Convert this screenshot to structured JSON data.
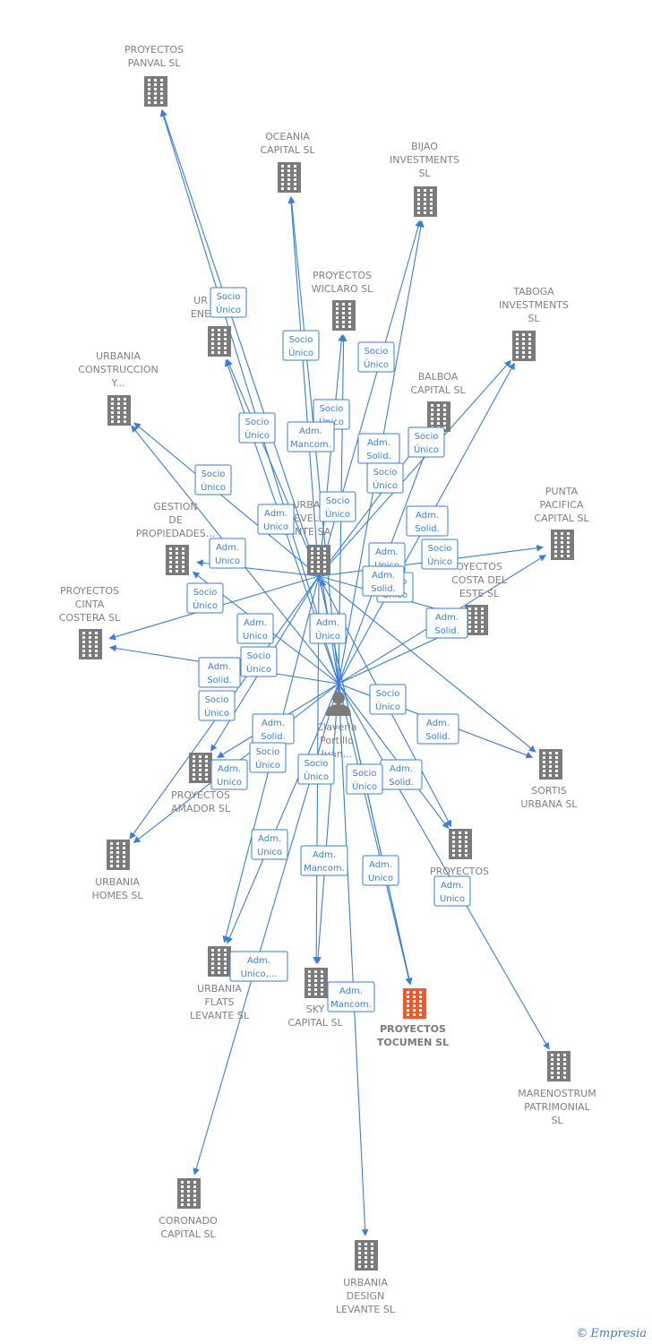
{
  "colors": {
    "edge": "#3a7fd5",
    "company": "#7b7b7b",
    "focus": "#f05a28",
    "person": "#7b7b7b"
  },
  "person": {
    "label_lines": [
      "Claveria",
      "Portillo",
      "Juan..."
    ],
    "icon": "person-icon"
  },
  "companies": [
    {
      "id": "panval",
      "label_lines": [
        "PROYECTOS",
        "PANVAL  SL"
      ],
      "icon": "building-icon"
    },
    {
      "id": "oceania",
      "label_lines": [
        "OCEANIA",
        "CAPITAL  SL"
      ],
      "icon": "building-icon"
    },
    {
      "id": "bijao",
      "label_lines": [
        "BIJAO",
        "INVESTMENTS",
        "SL"
      ],
      "icon": "building-icon"
    },
    {
      "id": "wiclaro",
      "label_lines": [
        "PROYECTOS",
        "WICLARO  SL"
      ],
      "icon": "building-icon"
    },
    {
      "id": "taboga",
      "label_lines": [
        "TABOGA",
        "INVESTMENTS",
        "SL"
      ],
      "icon": "building-icon"
    },
    {
      "id": "urbania_ene",
      "label_lines": [
        "UR",
        "ENE"
      ],
      "icon": "building-icon"
    },
    {
      "id": "urbania_construccion",
      "label_lines": [
        "URBANIA",
        "CONSTRUCCION",
        "Y..."
      ],
      "icon": "building-icon"
    },
    {
      "id": "balboa",
      "label_lines": [
        "BALBOA",
        "CAPITAL  SL"
      ],
      "icon": "building-icon"
    },
    {
      "id": "urbania_levante",
      "label_lines": [
        "URBA",
        "EVEL",
        "VANTE SA"
      ],
      "icon": "building-icon"
    },
    {
      "id": "gestion",
      "label_lines": [
        "GESTION",
        "DE",
        "PROPIEDADES..."
      ],
      "icon": "building-icon"
    },
    {
      "id": "punta_pacifica",
      "label_lines": [
        "PUNTA",
        "PACIFICA",
        "CAPITAL  SL"
      ],
      "icon": "building-icon"
    },
    {
      "id": "cinta_costera",
      "label_lines": [
        "PROYECTOS",
        "CINTA",
        "COSTERA  SL"
      ],
      "icon": "building-icon"
    },
    {
      "id": "costa_del_este",
      "label_lines": [
        "OYECTOS",
        "COSTA DEL",
        "ESTE  SL"
      ],
      "icon": "building-icon"
    },
    {
      "id": "sortis",
      "label_lines": [
        "SORTIS",
        "URBANA  SL"
      ],
      "icon": "building-icon"
    },
    {
      "id": "amador",
      "label_lines": [
        "PROYECTOS",
        "AMADOR  SL"
      ],
      "icon": "building-icon"
    },
    {
      "id": "urbania_homes",
      "label_lines": [
        "URBANIA",
        "HOMES  SL"
      ],
      "icon": "building-icon"
    },
    {
      "id": "proyectos_a",
      "label_lines": [
        "PROYECTOS",
        "A        SL"
      ],
      "icon": "building-icon"
    },
    {
      "id": "urbania_flats",
      "label_lines": [
        "URBANIA",
        "FLATS",
        "LEVANTE  SL"
      ],
      "icon": "building-icon"
    },
    {
      "id": "sky",
      "label_lines": [
        "SKY",
        "CAPITAL  SL"
      ],
      "icon": "building-icon"
    },
    {
      "id": "tocumen",
      "label_lines": [
        "PROYECTOS",
        "TOCUMEN  SL"
      ],
      "icon": "building-icon",
      "focus": true
    },
    {
      "id": "marenostrum",
      "label_lines": [
        "MARENOSTRUM",
        "PATRIMONIAL",
        "SL"
      ],
      "icon": "building-icon"
    },
    {
      "id": "coronado",
      "label_lines": [
        "CORONADO",
        "CAPITAL  SL"
      ],
      "icon": "building-icon"
    },
    {
      "id": "urbania_design",
      "label_lines": [
        "URBANIA",
        "DESIGN",
        "LEVANTE  SL"
      ],
      "icon": "building-icon"
    }
  ],
  "edges": [
    {
      "from": "person",
      "to": "panval",
      "label": [
        "Socio",
        "Único"
      ]
    },
    {
      "from": "person",
      "to": "oceania",
      "label": [
        "Socio",
        "Único"
      ]
    },
    {
      "from": "urbania_levante",
      "to": "oceania",
      "label": [
        "Socio",
        "Único"
      ]
    },
    {
      "from": "person",
      "to": "bijao",
      "label": [
        "Socio",
        "Único"
      ]
    },
    {
      "from": "urbania_levante",
      "to": "bijao",
      "label": [
        "Adm.",
        "Solid."
      ]
    },
    {
      "from": "person",
      "to": "wiclaro",
      "label": [
        "Socio",
        "Único"
      ]
    },
    {
      "from": "urbania_levante",
      "to": "wiclaro",
      "label": [
        "Adm.",
        "Mancom."
      ]
    },
    {
      "from": "person",
      "to": "urbania_ene",
      "label": [
        "Socio",
        "Único"
      ]
    },
    {
      "from": "urbania_levante",
      "to": "urbania_ene",
      "label": [
        "Adm.",
        "Unico"
      ]
    },
    {
      "from": "person",
      "to": "taboga",
      "label": [
        "Socio",
        "Único"
      ]
    },
    {
      "from": "urbania_levante",
      "to": "taboga",
      "label": [
        "Adm.",
        "Solid."
      ]
    },
    {
      "from": "person",
      "to": "urbania_construccion",
      "label": [
        "Socio",
        "Único"
      ]
    },
    {
      "from": "person",
      "to": "balboa",
      "label": [
        "Socio",
        "Único"
      ]
    },
    {
      "from": "person",
      "to": "urbania_levante",
      "label": [
        "Adm.",
        "Único"
      ]
    },
    {
      "from": "person",
      "to": "gestion",
      "label": [
        "Adm.",
        "Unico"
      ]
    },
    {
      "from": "urbania_levante",
      "to": "punta_pacifica",
      "label": [
        "Socio",
        "Único"
      ]
    },
    {
      "from": "person",
      "to": "punta_pacifica",
      "label": [
        "Adm.",
        "Solid."
      ]
    },
    {
      "from": "urbania_levante",
      "to": "cinta_costera",
      "label": [
        "Socio",
        "Único"
      ]
    },
    {
      "from": "person",
      "to": "cinta_costera",
      "label": [
        "Adm.",
        "Solid."
      ]
    },
    {
      "from": "urbania_levante",
      "to": "costa_del_este",
      "label": [
        "Adm.",
        "Unico"
      ]
    },
    {
      "from": "person",
      "to": "costa_del_este",
      "label": [
        "Socio",
        "Único"
      ]
    },
    {
      "from": "person",
      "to": "sortis",
      "label": [
        "Adm.",
        "Solid."
      ]
    },
    {
      "from": "urbania_levante",
      "to": "sortis",
      "label": [
        "Socio",
        "Único"
      ]
    },
    {
      "from": "person",
      "to": "amador",
      "label": [
        "Adm.",
        "Solid."
      ]
    },
    {
      "from": "urbania_levante",
      "to": "amador",
      "label": [
        "Socio",
        "Único"
      ]
    },
    {
      "from": "person",
      "to": "urbania_homes",
      "label": [
        "Socio",
        "Único"
      ]
    },
    {
      "from": "urbania_levante",
      "to": "urbania_homes",
      "label": [
        "Adm.",
        "Unico"
      ]
    },
    {
      "from": "person",
      "to": "proyectos_a",
      "label": [
        "Adm.",
        "Solid."
      ]
    },
    {
      "from": "urbania_levante",
      "to": "proyectos_a",
      "label": [
        "Socio",
        "Único"
      ]
    },
    {
      "from": "person",
      "to": "urbania_flats",
      "label": [
        "Adm.",
        "Unico"
      ]
    },
    {
      "from": "urbania_levante",
      "to": "urbania_flats",
      "label": [
        "Adm.",
        "Unico,..."
      ]
    },
    {
      "from": "person",
      "to": "sky",
      "label": [
        "Socio",
        "Único"
      ]
    },
    {
      "from": "urbania_levante",
      "to": "sky",
      "label": [
        "Adm.",
        "Mancom."
      ]
    },
    {
      "from": "person",
      "to": "tocumen",
      "label": [
        "Socio",
        "Único"
      ]
    },
    {
      "from": "urbania_levante",
      "to": "tocumen",
      "label": [
        "Adm.",
        "Mancom."
      ]
    },
    {
      "from": "person",
      "to": "marenostrum",
      "label": [
        "Adm.",
        "Unico"
      ]
    },
    {
      "from": "person",
      "to": "coronado",
      "label": [
        "Adm.",
        "Unico"
      ]
    },
    {
      "from": "person",
      "to": "urbania_design",
      "label": [
        "Adm.",
        "Unico"
      ]
    },
    {
      "from": "urbania_levante",
      "to": "urbania_construccion",
      "label": [
        "Socio",
        "Único"
      ]
    },
    {
      "from": "urbania_levante",
      "to": "panval",
      "label": [
        "Socio",
        "Único"
      ]
    },
    {
      "from": "urbania_levante",
      "to": "balboa",
      "label": [
        "Adm.",
        "Solid."
      ]
    },
    {
      "from": "urbania_levante",
      "to": "gestion",
      "label": [
        "Adm.",
        "Unico"
      ]
    },
    {
      "from": "urbania_levante",
      "to": "tocumen",
      "label": [
        "Adm.",
        "Unico"
      ]
    }
  ],
  "footer": {
    "copyright": "©",
    "brand": "Empresia"
  }
}
